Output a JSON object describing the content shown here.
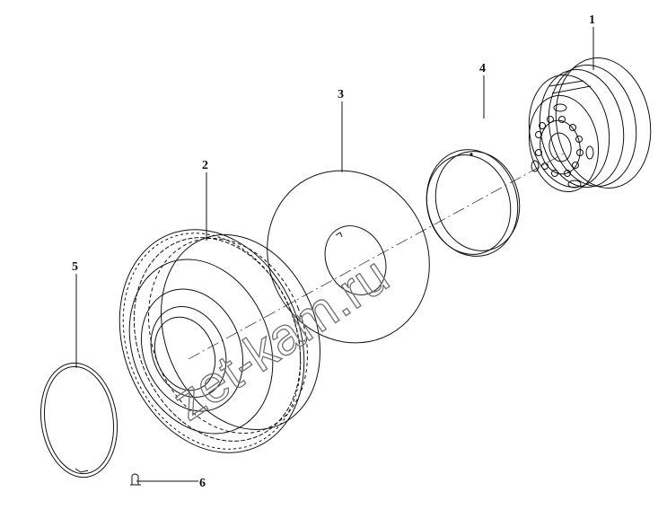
{
  "labels": {
    "l1": "1",
    "l2": "2",
    "l3": "3",
    "l4": "4",
    "l5": "5",
    "l6": "6"
  },
  "watermark": "zet-kam.ru",
  "colors": {
    "ink": "#111111",
    "watermark": "#6f6f6f",
    "background": "#ffffff"
  }
}
